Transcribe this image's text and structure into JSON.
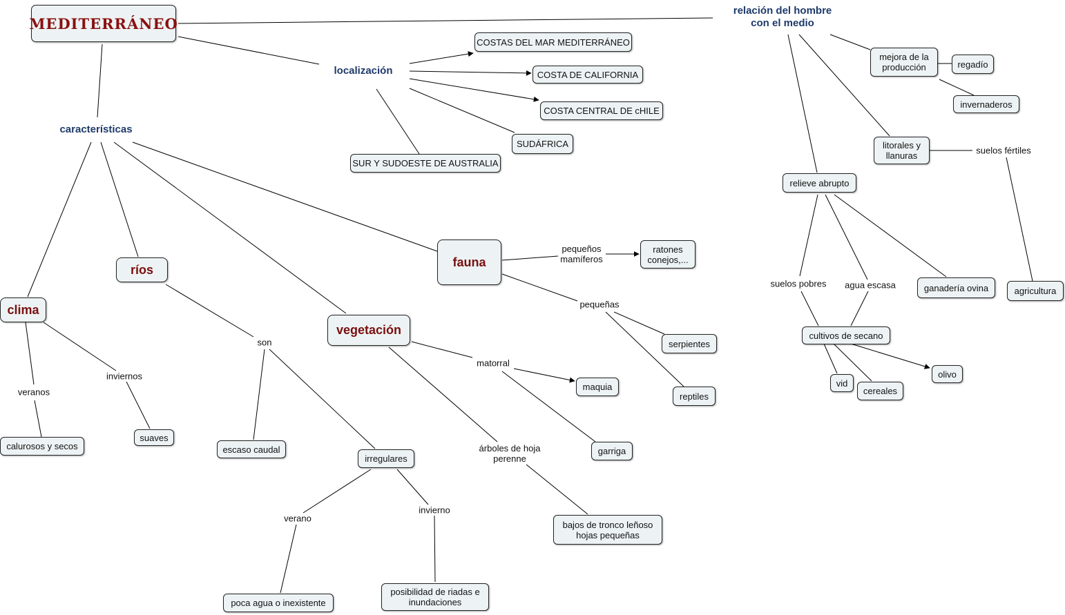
{
  "nodes": {
    "mediterraneo": "MEDITERRÁNEO",
    "costas_mar": "COSTAS DEL MAR MEDITERRÁNEO",
    "costa_california": "COSTA DE CALIFORNIA",
    "costa_chile": "COSTA CENTRAL DE cHILE",
    "sudafrica": "SUDÁFRICA",
    "sur_australia": "SUR Y SUDOESTE DE AUSTRALIA",
    "mejora": "mejora de la\nproducción",
    "regadio": "regadío",
    "invernaderos": "invernaderos",
    "litorales": "litorales y\nllanuras",
    "relieve": "relieve abrupto",
    "ganaderia": "ganadería ovina",
    "agricultura": "agricultura",
    "cultivos": "cultivos de secano",
    "vid": "vid",
    "cereales": "cereales",
    "olivo": "olivo",
    "fauna": "fauna",
    "ratones": "ratones\nconejos,...",
    "serpientes": "serpientes",
    "reptiles": "reptiles",
    "rios": "ríos",
    "clima": "clima",
    "vegetacion": "vegetación",
    "maquia": "maquia",
    "garriga": "garriga",
    "bajos": "bajos de tronco leñoso\nhojas pequeñas",
    "calurosos": "calurosos y secos",
    "suaves": "suaves",
    "escaso": "escaso caudal",
    "irregulares": "irregulares",
    "poca_agua": "poca agua o inexistente",
    "riadas": "posibilidad de riadas e\ninundaciones"
  },
  "labels": {
    "relacion": "relación del hombre\ncon el medio",
    "localizacion": "localización",
    "caracteristicas": "características",
    "suelos_fertiles": "suelos fértiles",
    "suelos_pobres": "suelos pobres",
    "agua_escasa": "agua escasa",
    "pequenos_mamiferos": "pequeños\nmamíferos",
    "pequenas": "pequeñas",
    "matorral": "matorral",
    "arboles": "árboles de hoja\nperenne",
    "son": "son",
    "veranos": "veranos",
    "inviernos": "inviernos",
    "verano": "verano",
    "invierno": "invierno"
  }
}
